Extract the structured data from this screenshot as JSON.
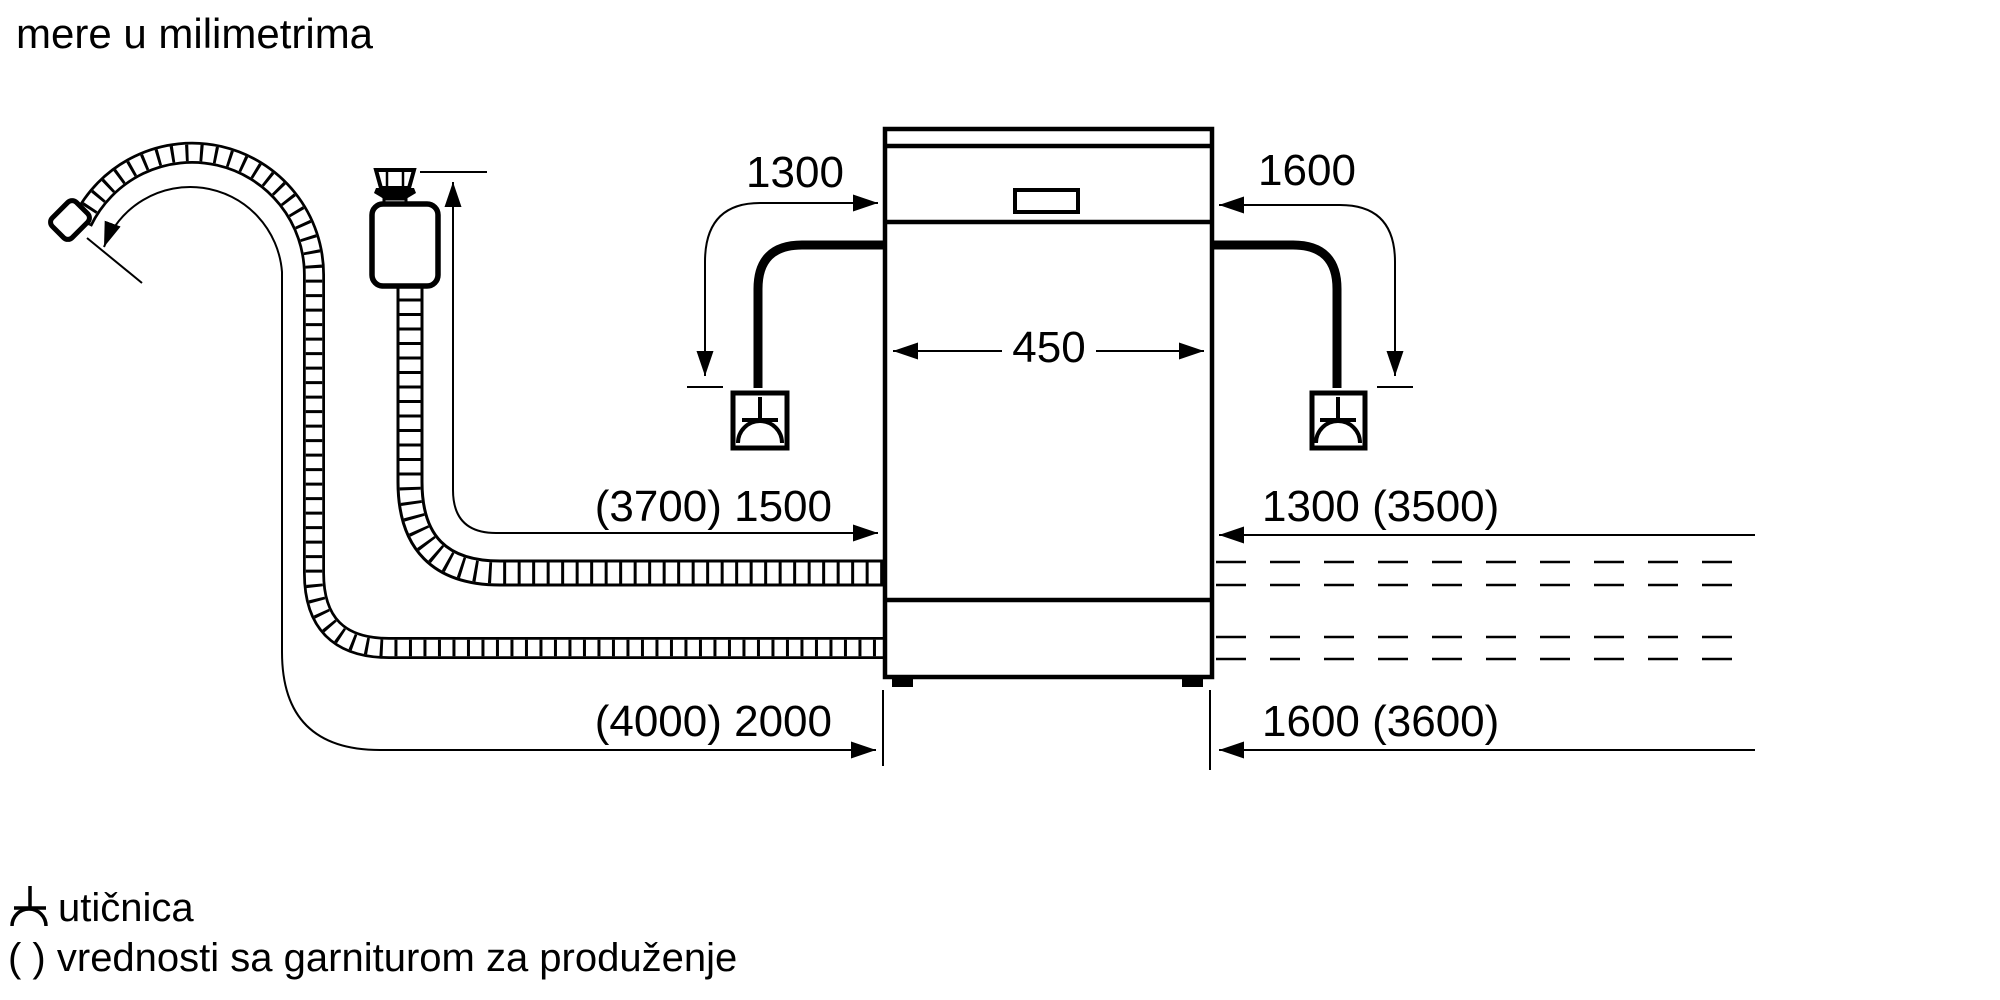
{
  "title": "mere u milimetrima",
  "labels": {
    "cord_left": "1300",
    "cord_right": "1600",
    "appliance_width": "450",
    "supply_hose_left": "(3700) 1500",
    "supply_hose_right": "1300 (3500)",
    "drain_hose_left": "(4000) 2000",
    "drain_hose_right": "1600 (3600)"
  },
  "legend": {
    "socket": "utičnica",
    "parentheses": "( ) vrednosti sa garniturom za produženje"
  },
  "colors": {
    "ink": "#000000",
    "background": "#ffffff"
  }
}
